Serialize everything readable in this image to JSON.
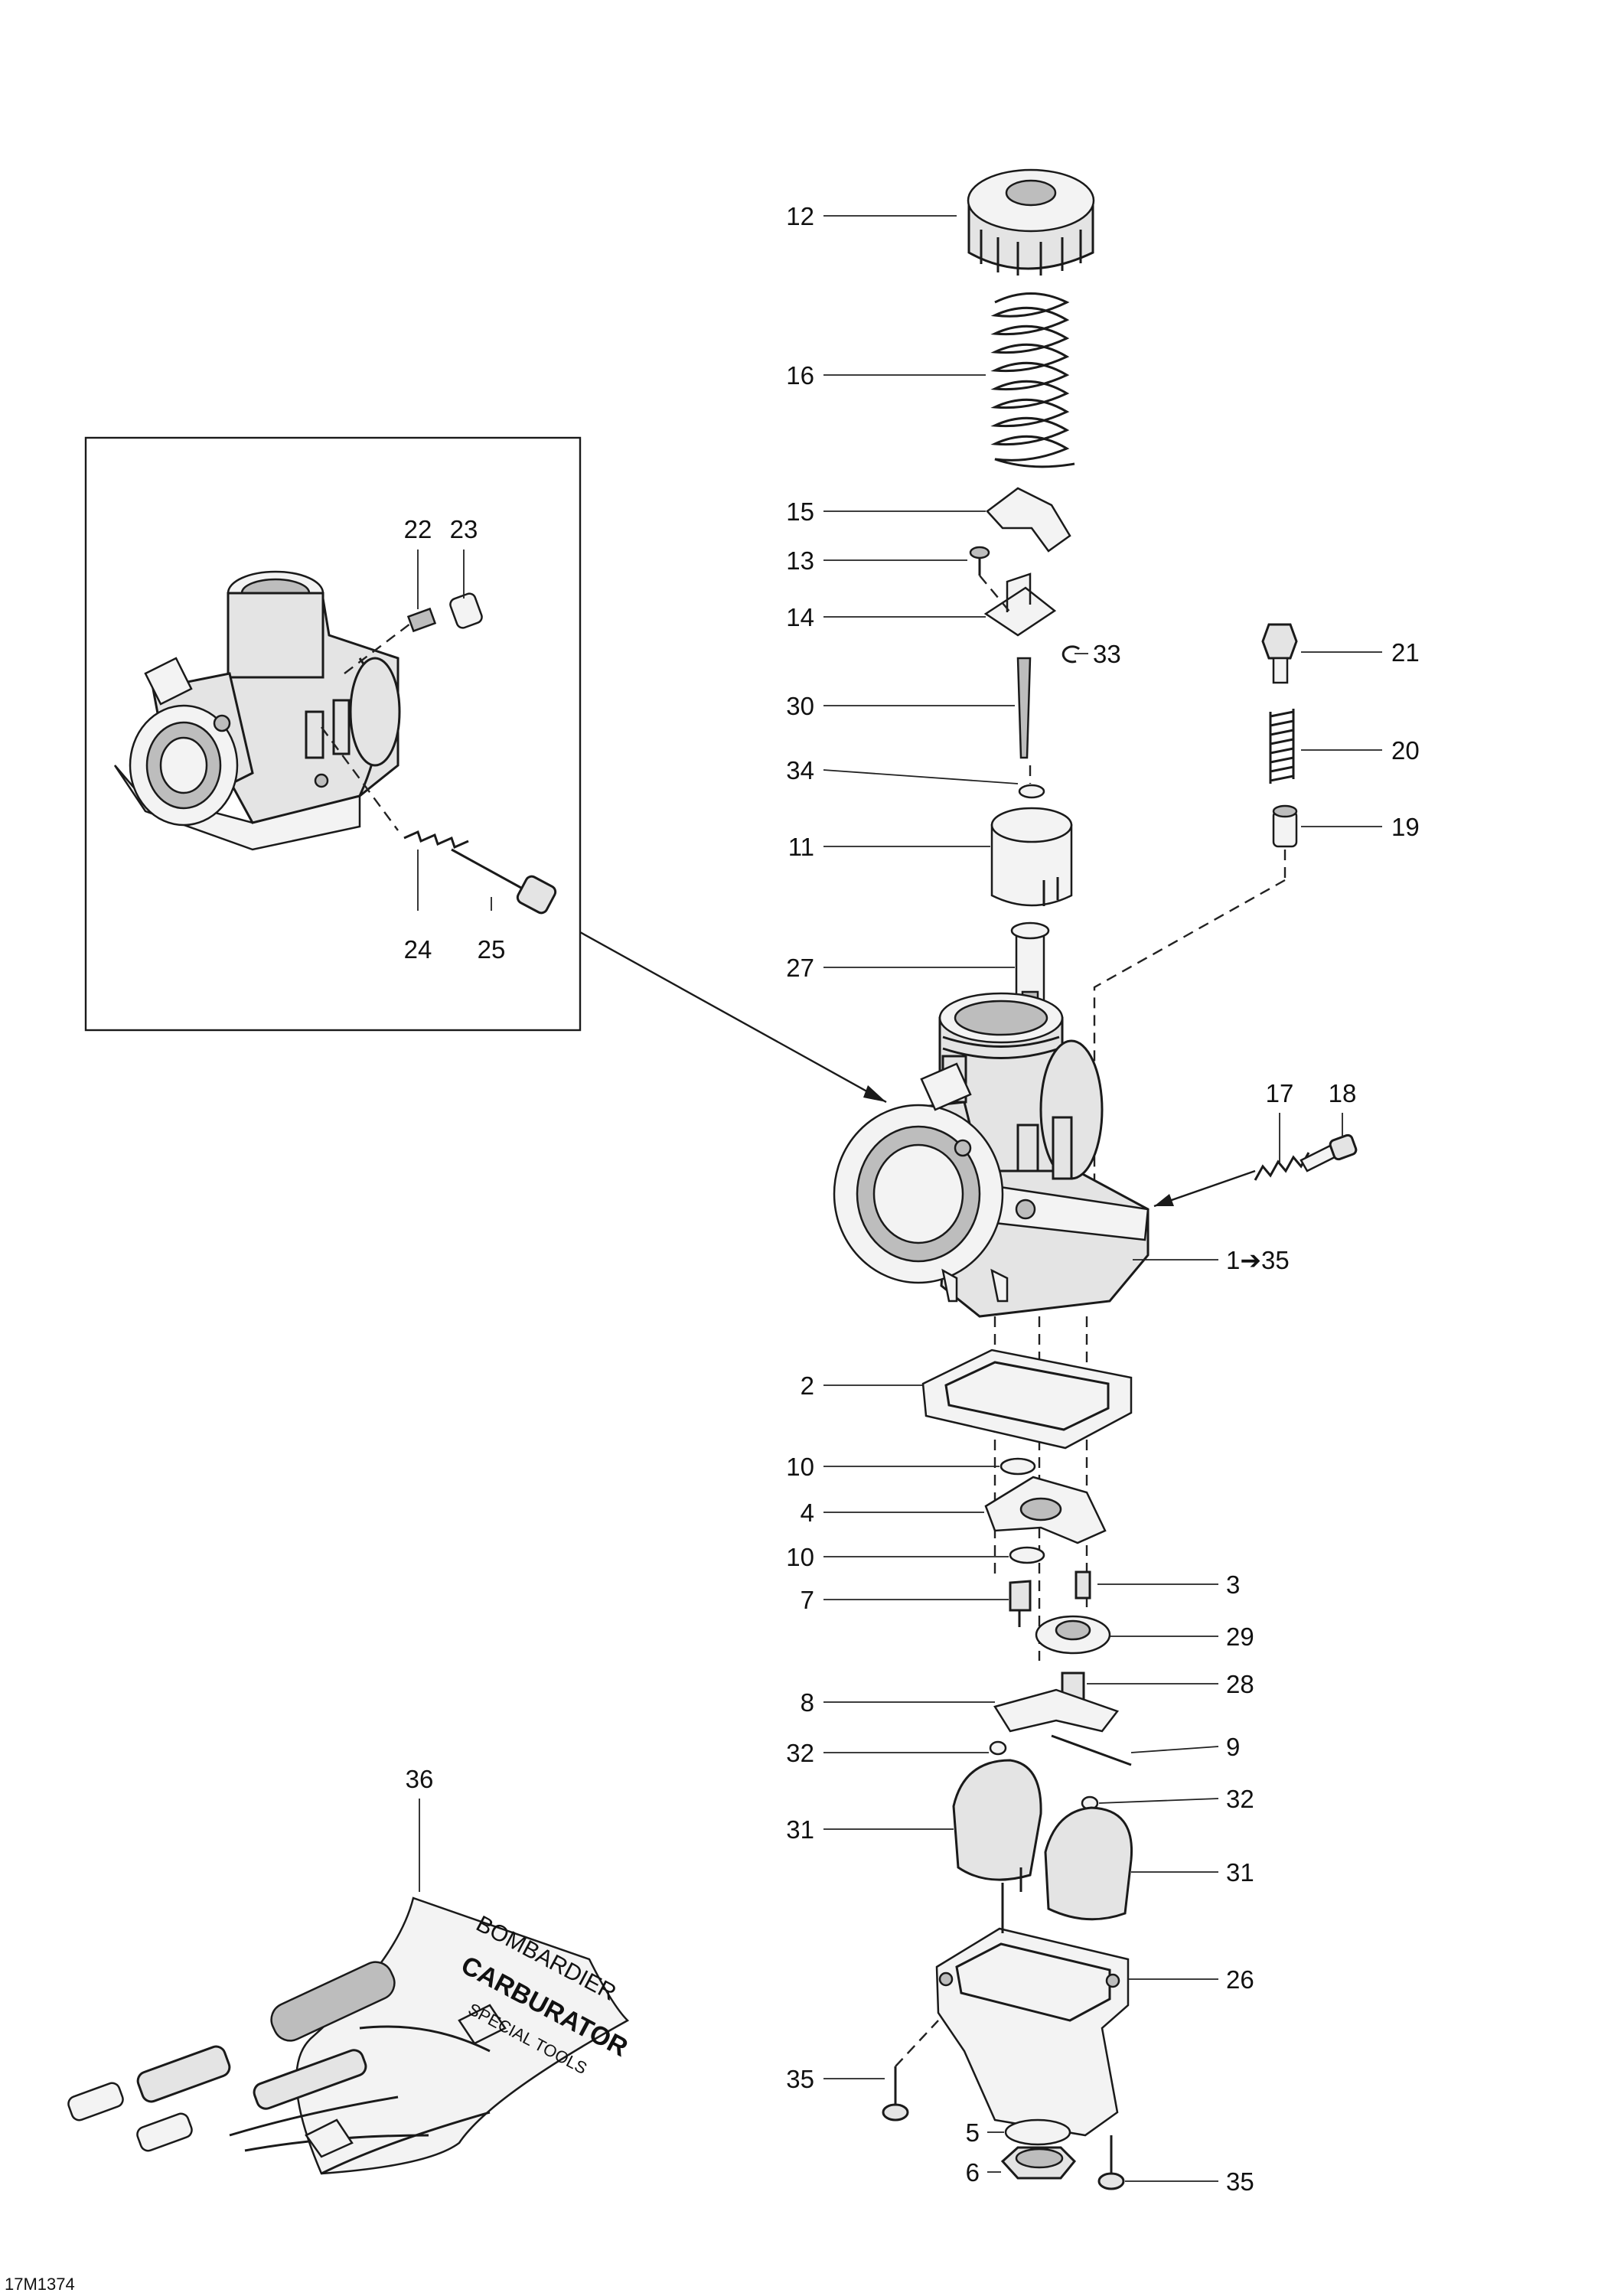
{
  "drawing_code": "17M1374",
  "callouts": {
    "c12": "12",
    "c16": "16",
    "c15": "15",
    "c13": "13",
    "c14": "14",
    "c33": "33",
    "c30": "30",
    "c34": "34",
    "c11": "11",
    "c27": "27",
    "c21": "21",
    "c20": "20",
    "c19": "19",
    "c22": "22",
    "c23": "23",
    "c24": "24",
    "c25": "25",
    "c17": "17",
    "c18": "18",
    "c1_35": "1➔35",
    "c2": "2",
    "c10a": "10",
    "c4": "4",
    "c10b": "10",
    "c7": "7",
    "c3": "3",
    "c29": "29",
    "c8": "8",
    "c28": "28",
    "c32a": "32",
    "c9": "9",
    "c32b": "32",
    "c31a": "31",
    "c31b": "31",
    "c26": "26",
    "c35a": "35",
    "c5": "5",
    "c6": "6",
    "c35b": "35",
    "c36": "36"
  },
  "tool_kit_text": [
    "BOMBARDIER",
    "CARBURATOR",
    "SPECIAL TOOLS"
  ]
}
